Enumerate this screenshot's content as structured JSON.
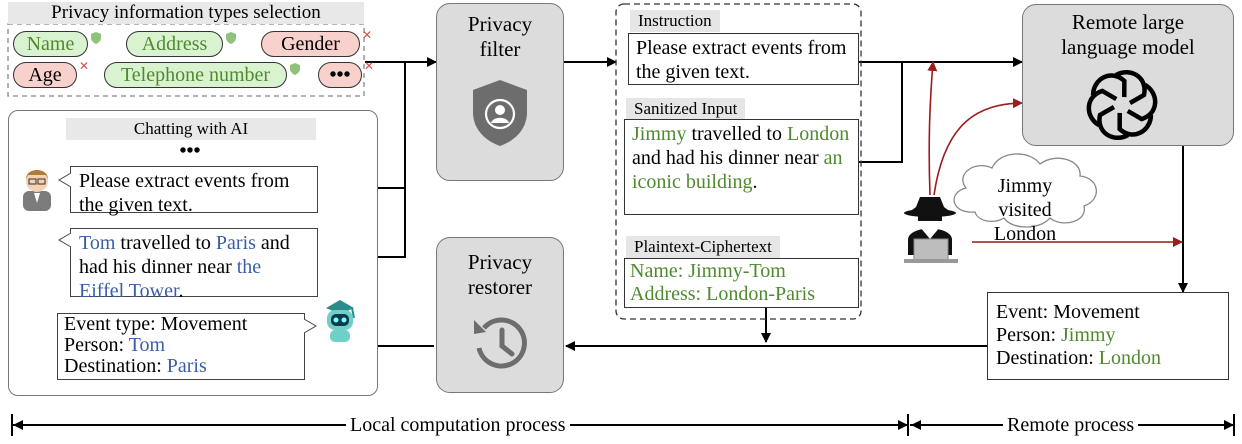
{
  "privacy_types": {
    "title": "Privacy information types selection",
    "items": [
      {
        "label": "Name",
        "state": "selected"
      },
      {
        "label": "Address",
        "state": "selected"
      },
      {
        "label": "Gender",
        "state": "unselected"
      },
      {
        "label": "Age",
        "state": "unselected"
      },
      {
        "label": "Telephone number",
        "state": "selected"
      },
      {
        "label": "•••",
        "state": "unselected"
      }
    ]
  },
  "chat": {
    "title": "Chatting with AI",
    "ellipsis": "•••",
    "user_msg": "Please extract events from the given text.",
    "text_msg": {
      "w1": "Tom",
      "w2": " travelled to ",
      "w3": "Paris",
      "w4": " and had his dinner near ",
      "w5": "the Eiffel Tower",
      "w6": "."
    },
    "result": {
      "l1": "Event type: Movement",
      "l2_label": "Person: ",
      "l2_value": "Tom",
      "l3_label": "Destination: ",
      "l3_value": "Paris"
    }
  },
  "privacy_filter": {
    "label": "Privacy filter"
  },
  "privacy_restorer": {
    "label": "Privacy restorer"
  },
  "instruction": {
    "tag": "Instruction",
    "text": "Please extract events from the given text."
  },
  "sanitized": {
    "tag": "Sanitized Input",
    "w1": "Jimmy",
    "w2": " travelled to ",
    "w3": "London",
    "w4": " and had his dinner near ",
    "w5": "an iconic building",
    "w6": "."
  },
  "plain_cipher": {
    "tag": "Plaintext-Ciphertext",
    "l1": "Name: Jimmy-Tom",
    "l2": "Address: London-Paris"
  },
  "remote_llm": {
    "label": "Remote large language model"
  },
  "cloud": {
    "text": "Jimmy visited London"
  },
  "remote_result": {
    "l1": "Event: Movement",
    "l2_label": "Person: ",
    "l2_value": "Jimmy",
    "l3_label": "Destination: ",
    "l3_value": "London"
  },
  "process": {
    "local": "Local computation process",
    "remote": "Remote process"
  },
  "colors": {
    "green_text": "#4f8a2e",
    "blue_text": "#3a5da8",
    "attack_arrow": "#9b1c1c",
    "box_gray": "#dcdcdc"
  }
}
